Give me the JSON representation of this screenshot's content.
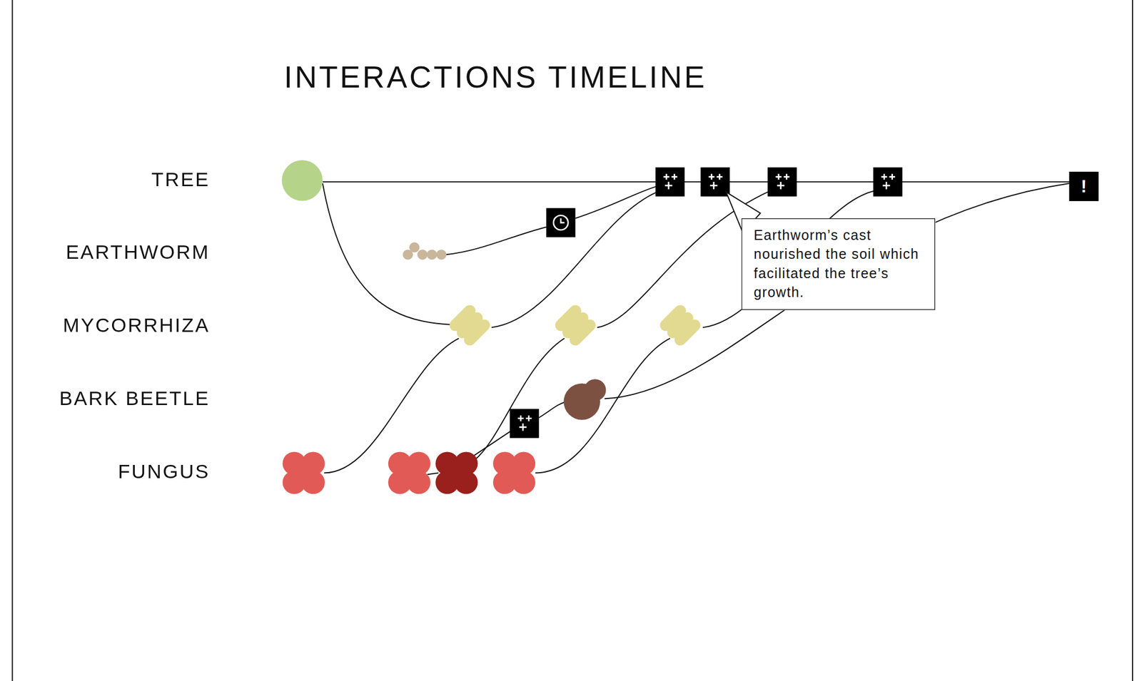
{
  "diagram": {
    "title": "INTERACTIONS TIMELINE",
    "nodes": [
      {
        "text": [
          "Earthworm’s cast nourished the soil which facilitated the tree’s growth."
        ]
      }
    ],
    "labels": [
      "TREE",
      "EARTHWORM",
      "MYCORRHIZA",
      "BARK BEETLE",
      "FUNGUS",
      "!"
    ]
  }
}
